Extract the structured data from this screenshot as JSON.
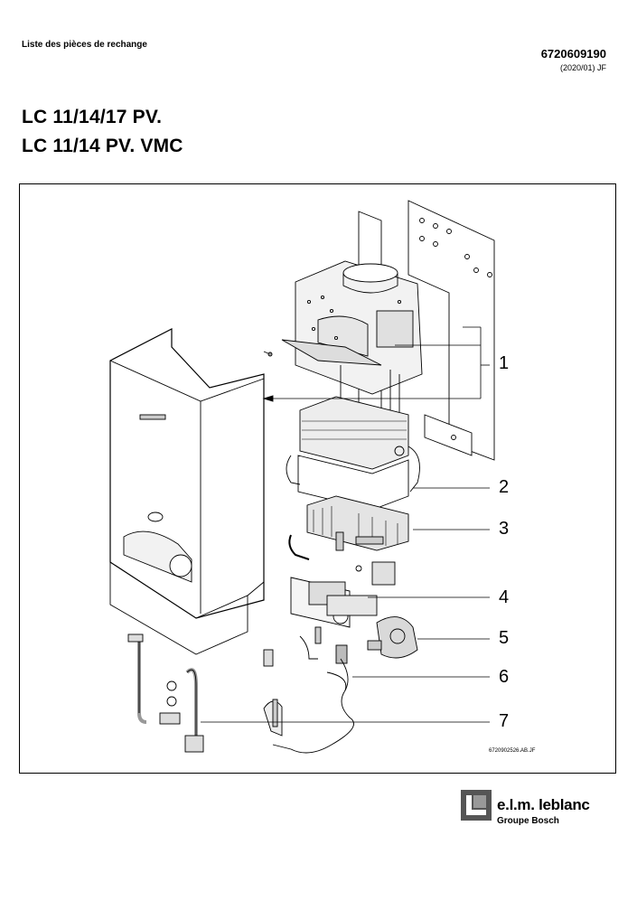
{
  "header": {
    "doc_type": "Liste des pièces de rechange",
    "ref_number": "6720609190",
    "ref_date": "(2020/01) JF"
  },
  "titles": [
    "LC 11/14/17 PV.",
    "LC 11/14 PV. VMC"
  ],
  "diagram": {
    "callouts": [
      "1",
      "2",
      "3",
      "4",
      "5",
      "6",
      "7"
    ],
    "image_ref": "6720902526.AB.JF"
  },
  "logo": {
    "name": "e.l.m. leblanc",
    "group": "Groupe Bosch"
  }
}
